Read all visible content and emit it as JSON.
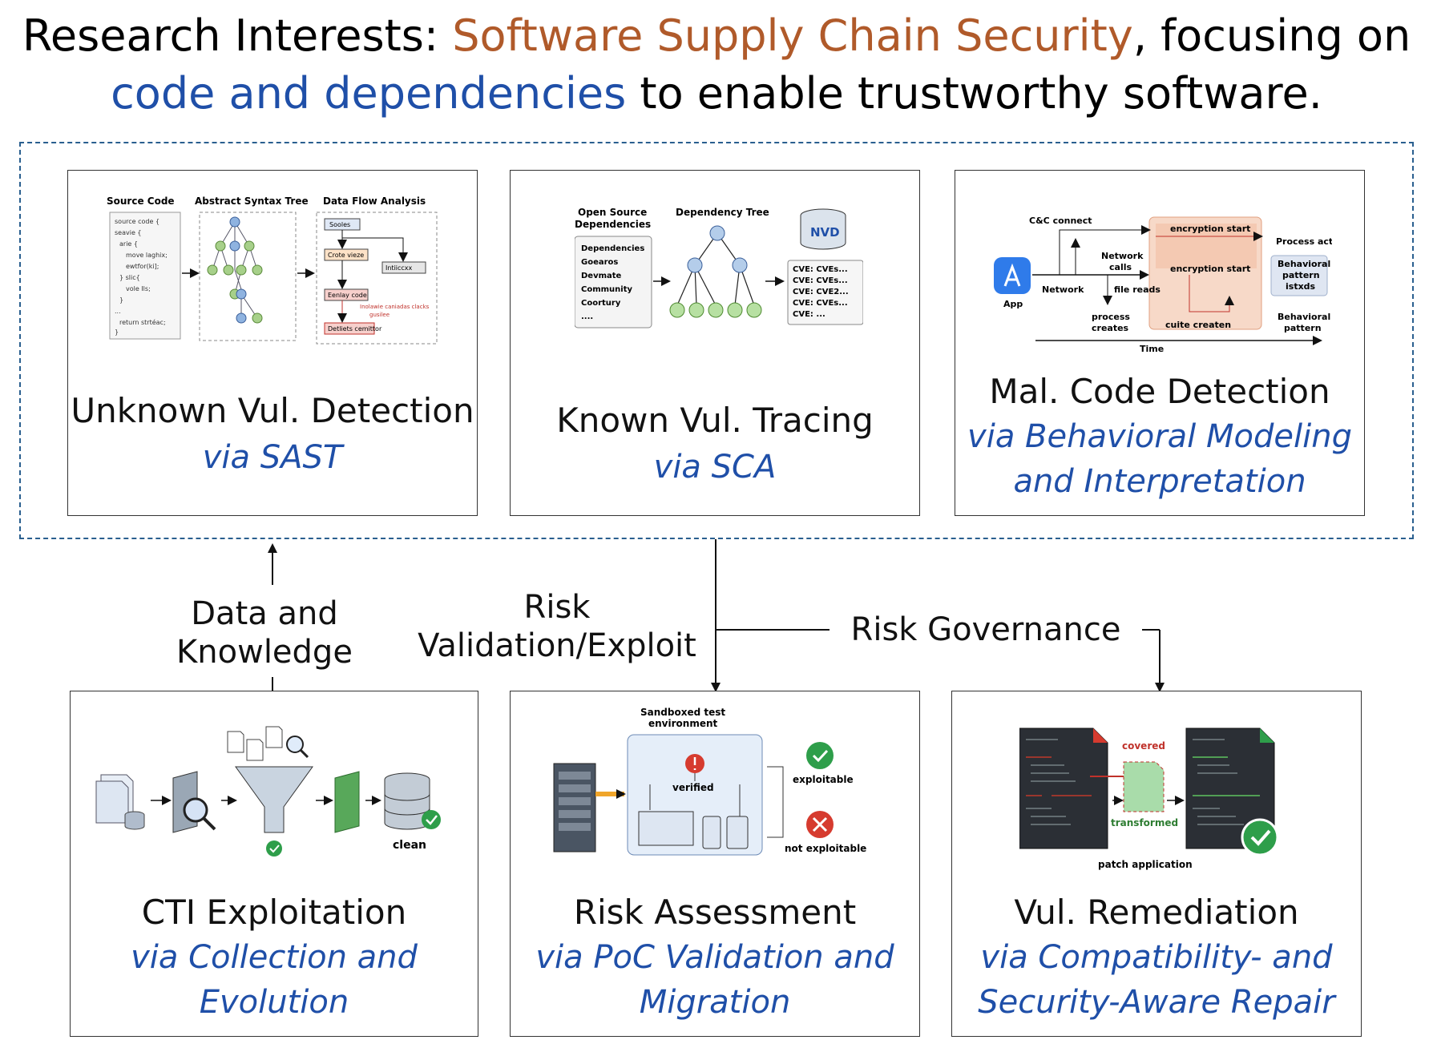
{
  "header": {
    "line1_prefix": "Research Interests: ",
    "line1_highlight": "Software Supply Chain Security",
    "line1_suffix": ", focusing on",
    "line2_highlight": "code and dependencies",
    "line2_suffix": " to enable trustworthy software."
  },
  "colors": {
    "brown": "#b05a2a",
    "blue": "#1f4fa8",
    "dash": "#2a5f8f"
  },
  "cards": {
    "sast": {
      "title": "Unknown Vul. Detection",
      "sub": "via SAST",
      "fig": {
        "col1": "Source Code",
        "col2": "Abstract Syntax Tree",
        "col3": "Data Flow Analysis",
        "code": [
          "source code {",
          "seavie {",
          "arie {",
          "move laghix;",
          "ewtfor(ki];",
          "} slic{",
          "vole Ils;",
          "}",
          "...",
          "return strtéac;",
          "}"
        ],
        "box1": "Sooles",
        "box2": "Crote vieze",
        "box3": "Intiiccxx",
        "box4": "Eenlay code",
        "red_note": "Inolawie caniadas clacks",
        "red_note2": "gusilee",
        "box5": "Detliets cemittor"
      }
    },
    "sca": {
      "title": "Known Vul. Tracing",
      "sub": "via SCA",
      "fig": {
        "col1a": "Open Source",
        "col1b": "Dependencies",
        "col2": "Dependency Tree",
        "db": "NVD",
        "deps": [
          "Dependencies",
          "Goearos",
          "Devmate",
          "Community",
          "Coortury",
          "...."
        ],
        "cves": [
          "CVE: CVEs...",
          "CVE: CVEs...",
          "CVE: CVE2...",
          "CVE: CVEs...",
          "CVE: ..."
        ]
      }
    },
    "mal": {
      "title": "Mal. Code Detection",
      "sub1": "via Behavioral Modeling",
      "sub2": "and Interpretation",
      "fig": {
        "cc": "C&C connect",
        "enc1": "encryption start",
        "proc_act": "Process actions",
        "netcalls1": "Network",
        "netcalls2": "calls",
        "enc2": "encryption start",
        "bp1": "Behavioral",
        "bp2": "pattern",
        "bp3": "istxds",
        "app": "App",
        "network": "Network",
        "file": "file reads",
        "pc1": "process",
        "pc2": "creates",
        "cuite": "cuite createn",
        "bp4": "Behavioral",
        "bp5": "pattern",
        "time": "Time"
      }
    },
    "cti": {
      "title": "CTI Exploitation",
      "sub1": "via Collection and",
      "sub2": "Evolution",
      "fig": {
        "clean": "clean"
      }
    },
    "risk": {
      "title": "Risk Assessment",
      "sub1": "via PoC Validation and",
      "sub2": "Migration",
      "fig": {
        "env1": "Sandboxed test",
        "env2": "environment",
        "verified": "verified",
        "exploitable": "exploitable",
        "not_exploitable": "not exploitable"
      }
    },
    "rem": {
      "title": "Vul. Remediation",
      "sub1": "via Compatibility- and",
      "sub2": "Security-Aware Repair",
      "fig": {
        "covered": "covered",
        "transformed": "transformed",
        "patch": "patch application"
      }
    }
  },
  "flows": {
    "data1": "Data and",
    "data2": "Knowledge",
    "risk1": "Risk",
    "risk2": "Validation/Exploit",
    "gov": "Risk Governance"
  }
}
